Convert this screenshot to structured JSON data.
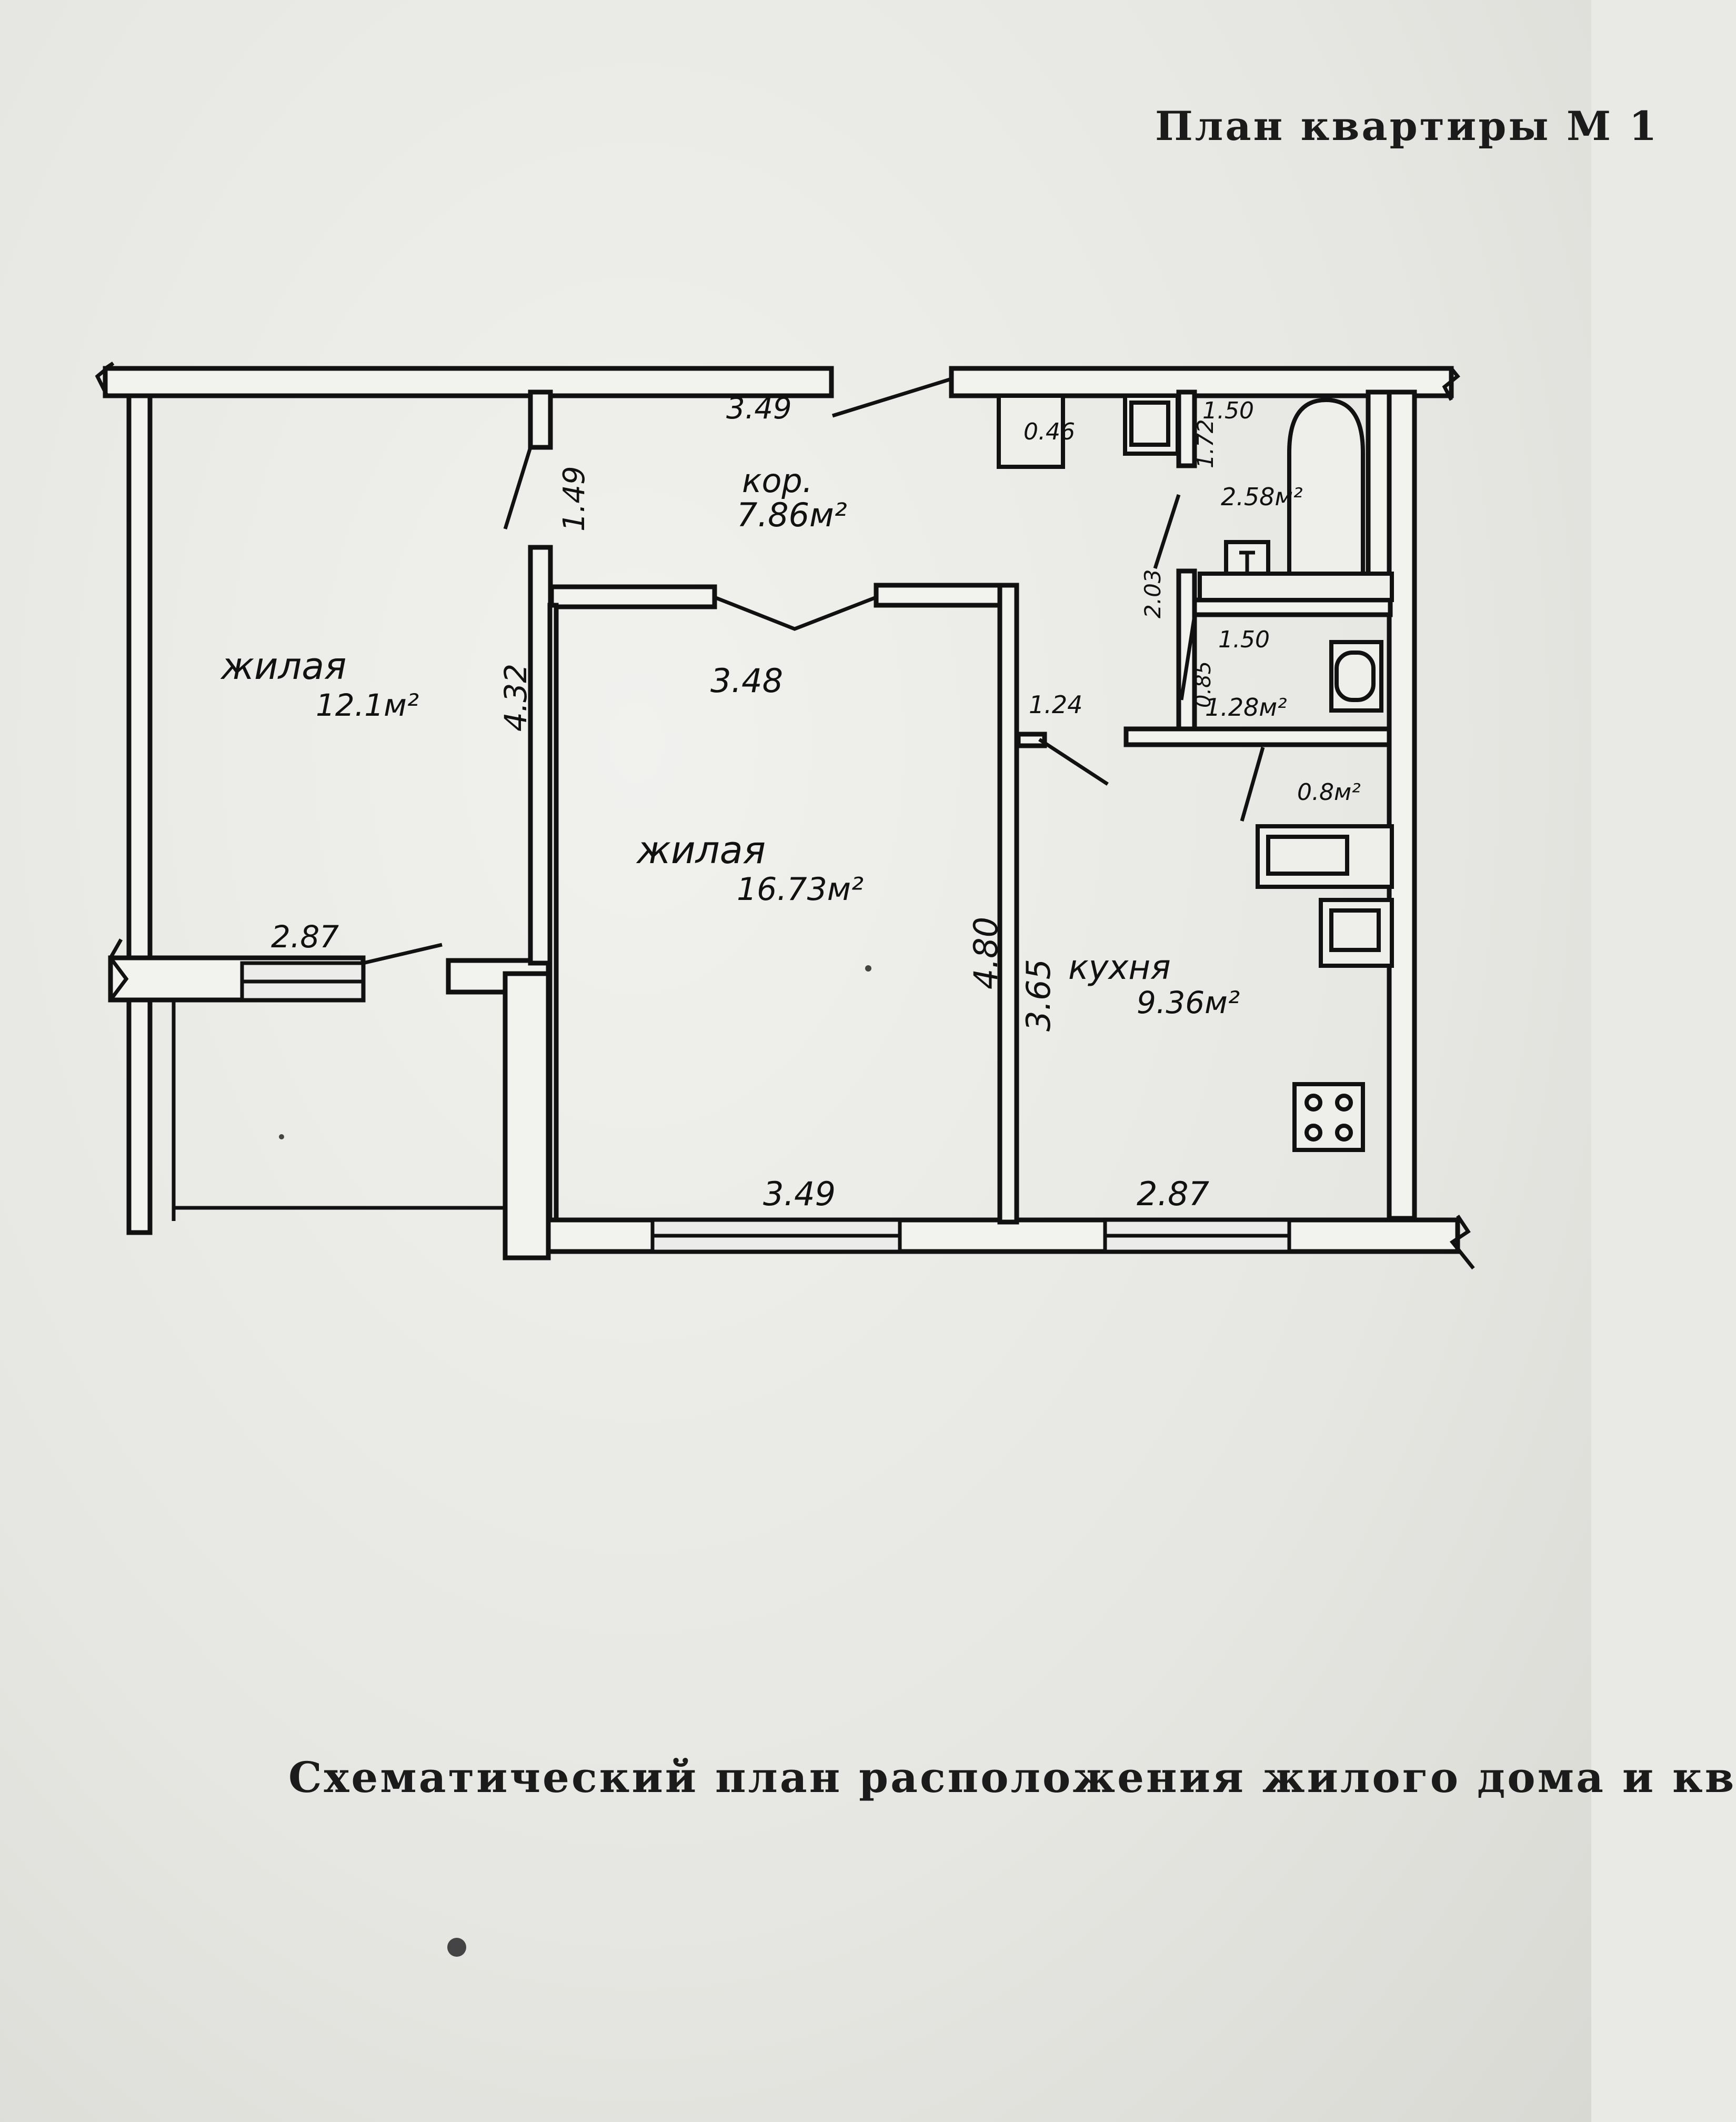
{
  "document": {
    "heading": "План квартиры М 1",
    "caption": "Схематический план расположения жилого дома и кв"
  },
  "plan": {
    "rooms": {
      "living_small": {
        "label": "жилая",
        "area": "12.1м²"
      },
      "living_large": {
        "label": "жилая",
        "area": "16.73м²"
      },
      "corridor": {
        "label": "кор.",
        "area": "7.86м²"
      },
      "kitchen": {
        "label": "кухня",
        "area": "9.36м²"
      },
      "bathroom": {
        "area": "2.58м²"
      },
      "toilet": {
        "area": "1.28м²"
      },
      "closet": {
        "area": "0.46"
      },
      "pantry": {
        "area": "0.8м²"
      }
    },
    "dimensions": {
      "corridor_width": "3.49",
      "corridor_door": "1.49",
      "living_small_depth": "4.32",
      "living_small_width": "2.87",
      "living_large_top": "3.48",
      "living_large_bottom": "3.49",
      "living_large_depth": "4.80",
      "kitchen_depth": "3.65",
      "kitchen_width": "2.87",
      "kitchen_door": "1.24",
      "bathroom_width": "1.50",
      "bathroom_depth": "1.72",
      "toilet_width": "1.50",
      "toilet_depth": "0.85",
      "bath_corridor": "2.03"
    }
  }
}
